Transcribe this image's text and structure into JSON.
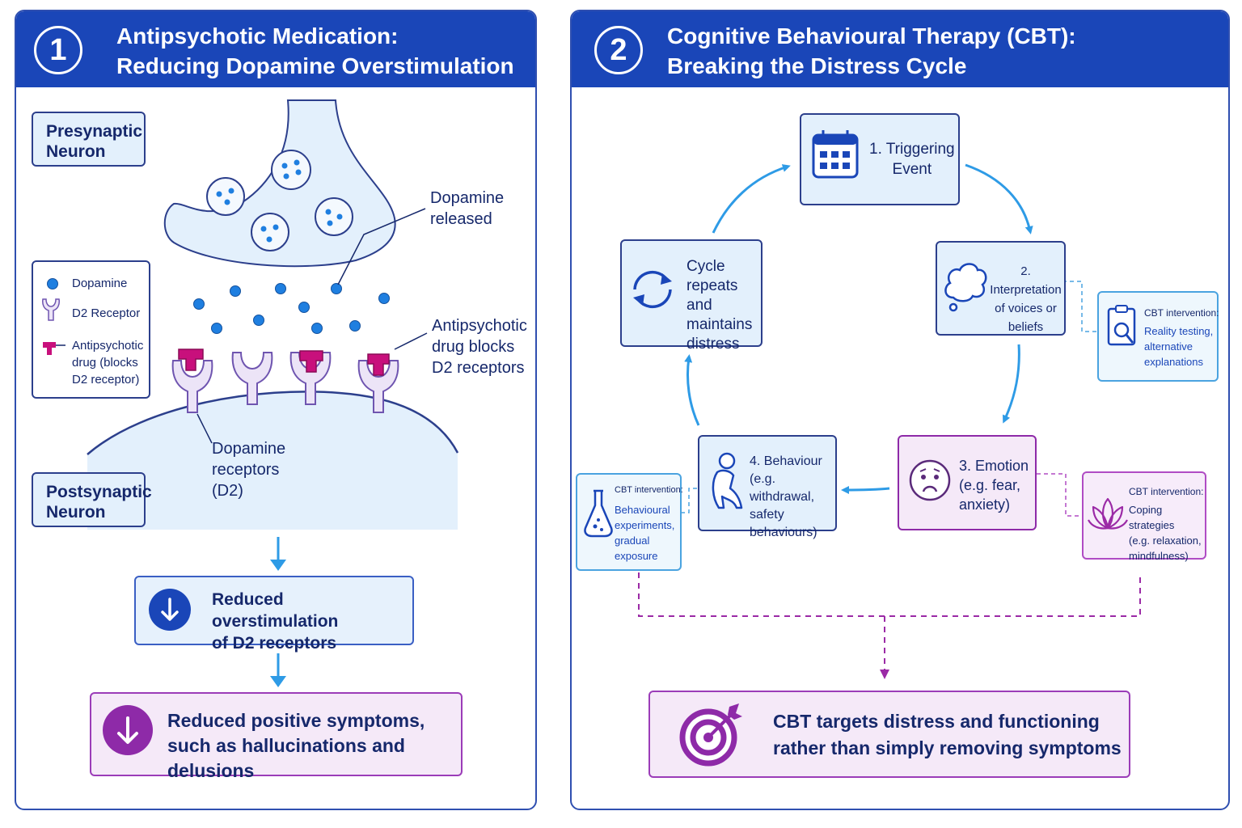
{
  "colors": {
    "header_blue": "#1a46b8",
    "box_fill": "#e3f0fc",
    "outline_navy": "#2c3f8c",
    "dopamine_blue": "#1f7fe0",
    "drug_magenta": "#c8107c",
    "receptor_lavender": "#b39ad6",
    "purple_accent": "#8e2aa8",
    "arrow_blue": "#2e9be6"
  },
  "panel1": {
    "number": "1",
    "title": "Antipsychotic Medication:\nReducing Dopamine Overstimulation",
    "presynaptic": "Presynaptic\nNeuron",
    "postsynaptic": "Postsynaptic\nNeuron",
    "legend": {
      "dopamine": "Dopamine",
      "receptor": "D2 Receptor",
      "drug": "Antipsychotic\ndrug (blocks\nD2 receptor)"
    },
    "callout_released": "Dopamine\nreleased",
    "callout_blocks": "Antipsychotic\ndrug blocks\nD2 receptors",
    "callout_receptors": "Dopamine\nreceptors\n(D2)",
    "result1": "Reduced overstimulation\nof D2 receptors",
    "result2": "Reduced positive symptoms,\nsuch as hallucinations and delusions"
  },
  "panel2": {
    "number": "2",
    "title": "Cognitive Behavioural Therapy (CBT):\nBreaking the Distress Cycle",
    "step1": "1. Triggering\nEvent",
    "step2": "2. Interpretation\nof voices or\nbeliefs",
    "step3": "3. Emotion\n(e.g. fear,\nanxiety)",
    "step4": "4. Behaviour\n(e.g. withdrawal,\nsafety\nbehaviours)",
    "cycle": "Cycle\nrepeats and\nmaintains\ndistress",
    "cbt_reality_head": "CBT intervention:",
    "cbt_reality_body": "Reality testing,\nalternative\nexplanations",
    "cbt_behav_head": "CBT intervention:",
    "cbt_behav_body": "Behavioural\nexperiments,\ngradual\nexposure",
    "cbt_coping_head": "CBT intervention:",
    "cbt_coping_body": "Coping strategies\n(e.g. relaxation,\nmindfulness)",
    "target": "CBT targets distress and functioning\nrather than simply removing symptoms"
  },
  "icons": [
    "calendar-icon",
    "cloud-thought-icon",
    "clipboard-search-icon",
    "sad-face-icon",
    "sitting-person-icon",
    "flask-icon",
    "lotus-icon",
    "cycle-arrows-icon",
    "target-icon",
    "down-arrow-icon"
  ]
}
